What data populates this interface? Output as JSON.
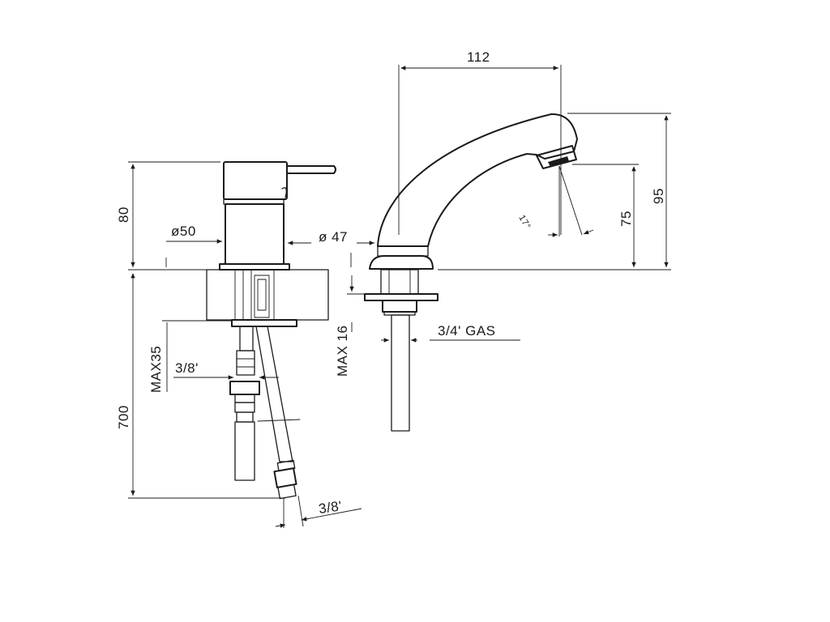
{
  "dimensions": {
    "spout_reach": "112",
    "spout_height_total": "95",
    "spout_outlet_height": "75",
    "lever_body_height": "80",
    "mixer_diameter": "ø50",
    "spout_base_diameter": "ø 47",
    "hose_length": "700",
    "max_deck_thickness_mixer": "MAX35",
    "max_deck_thickness_spout": "MAX 16",
    "hose_connection_top": "3/8'",
    "hose_connection_bottom": "3/8'",
    "spout_thread": "3/4' GAS",
    "outlet_angle": "17°"
  }
}
